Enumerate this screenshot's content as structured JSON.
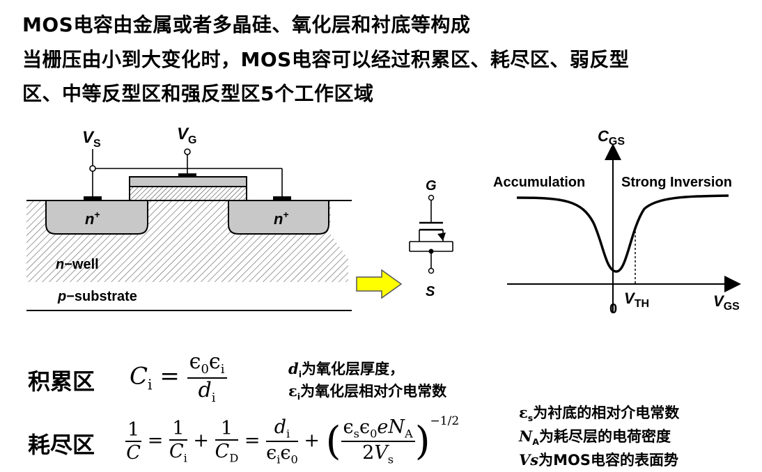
{
  "heading": {
    "line1": "MOS电容由金属或者多晶硅、氧化层和衬底等构成",
    "line2": "当栅压由小到大变化时，MOS电容可以经过积累区、耗尽区、弱反型",
    "line3": "区、中等反型区和强反型区5个工作区域"
  },
  "cross_section": {
    "vs": "V",
    "vs_sub": "S",
    "vg": "V",
    "vg_sub": "G",
    "n_left": "n",
    "n_right": "n",
    "n_sup": "+",
    "nwell_italic": "n",
    "nwell_rest": "−well",
    "psub_italic": "p",
    "psub_rest": "−substrate"
  },
  "symbol": {
    "gate": "G",
    "source": "S"
  },
  "cv_curve": {
    "y_label": "C",
    "y_sub": "GS",
    "x_label": "V",
    "x_sub": "GS",
    "origin": "0",
    "vth": "V",
    "vth_sub": "TH",
    "left_region": "Accumulation",
    "right_region": "Strong Inversion"
  },
  "formulas": {
    "accumulation_label": "积累区",
    "depletion_label": "耗尽区"
  },
  "notes": {
    "d_desc": "为氧化层厚度，",
    "eps_i_desc": "为氧化层相对介电常数",
    "eps_s_desc": "为衬底的相对介电常数",
    "na_desc": "为耗尽层的电荷密度",
    "vs_desc": "为MOS电容的表面势"
  }
}
